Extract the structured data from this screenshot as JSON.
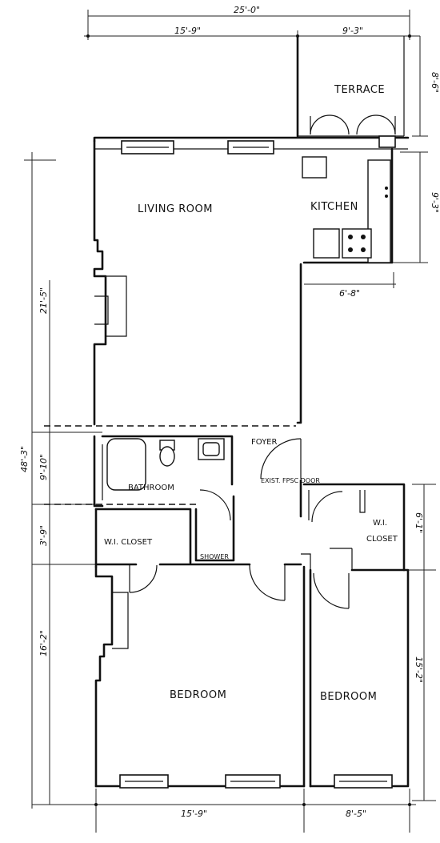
{
  "rooms": {
    "terrace": "TERRACE",
    "living_room": "LIVING ROOM",
    "kitchen": "KITCHEN",
    "foyer": "FOYER",
    "bathroom": "BATHROOM",
    "shower": "SHOWER",
    "wi_closet_left": "W.I. CLOSET",
    "wi_closet_right_line1": "W.I.",
    "wi_closet_right_line2": "CLOSET",
    "bedroom_left": "BEDROOM",
    "bedroom_right": "BEDROOM",
    "entry_door": "EXIST. FPSC DOOR"
  },
  "dimensions": {
    "overall_width_top": "25'-0\"",
    "living_width_top": "15'-9\"",
    "terrace_width": "9'-3\"",
    "terrace_depth": "8'-6\"",
    "kitchen_depth": "9'-3\"",
    "kitchen_width": "6'-8\"",
    "living_depth": "21'-5\"",
    "overall_depth": "48'-3\"",
    "bathroom_depth": "9'-10\"",
    "closet_depth": "3'-9\"",
    "bedroom_left_depth": "16'-2\"",
    "right_closet_depth": "6'-1\"",
    "bedroom_right_depth": "15'-2\"",
    "bedroom_left_width": "15'-9\"",
    "bedroom_right_width": "8'-5\""
  }
}
